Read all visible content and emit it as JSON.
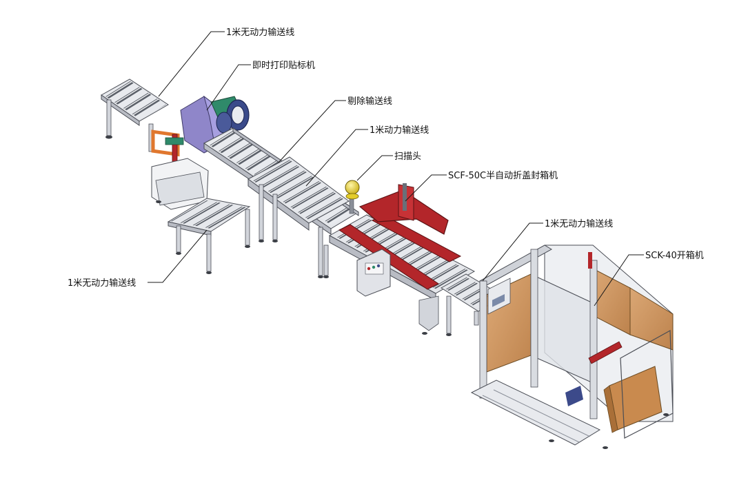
{
  "callouts": {
    "roller_conveyor_top": "1米无动力输送线",
    "label_printer": "即时打印贴标机",
    "reject_conveyor": "剔除输送线",
    "powered_conveyor": "1米动力输送线",
    "scan_head": "扫描头",
    "case_sealer": "SCF-50C半自动折盖封箱机",
    "roller_conveyor_right": "1米无动力输送线",
    "case_erector": "SCK-40开箱机",
    "roller_conveyor_left": "1米无动力输送线"
  },
  "colors": {
    "frame_grey": "#e4e6ea",
    "sealer_red": "#b3262a",
    "printer_purple": "#8f86c9",
    "scanner_yellow": "#e3cc2a",
    "erector_amber": "#c98a4e",
    "motor_green": "#2f8a6a",
    "accent_orange": "#e0772e"
  }
}
